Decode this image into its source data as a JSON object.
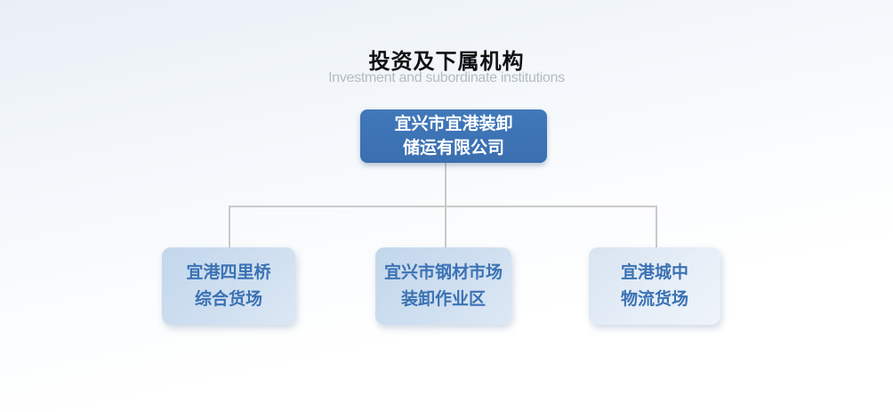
{
  "header": {
    "title": "投资及下属机构",
    "subtitle": "Investment and subordinate institutions"
  },
  "org": {
    "root": {
      "line1": "宜兴市宜港装卸",
      "line2": "储运有限公司"
    },
    "children": [
      {
        "line1": "宜港四里桥",
        "line2": "综合货场"
      },
      {
        "line1": "宜兴市钢材市场",
        "line2": "装卸作业区"
      },
      {
        "line1": "宜港城中",
        "line2": "物流货场"
      }
    ]
  },
  "colors": {
    "root_box_blue": "#3b72b4",
    "root_box_text": "#ffffff",
    "child_box_fill": "#c7daee",
    "child_box_fill_light": "#e3ecf6",
    "child_box_text": "#3b72b4",
    "connector_gray": "#c9c9c9",
    "title_text": "#111111",
    "subtitle_text": "#b5bbc4",
    "background_tint": "#e9eff6"
  }
}
